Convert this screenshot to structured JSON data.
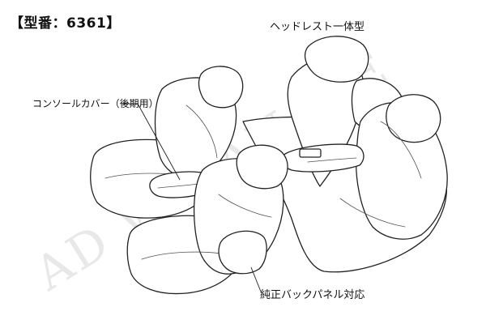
{
  "header": {
    "model_number": "【型番：6361】"
  },
  "labels": {
    "headrest_integrated": "ヘッドレスト一体型",
    "console_cover": "コンソールカバー（後期用）",
    "genuine_back_panel": "純正バックパネル対応"
  },
  "watermark": {
    "text": "AD WATANABE"
  }
}
